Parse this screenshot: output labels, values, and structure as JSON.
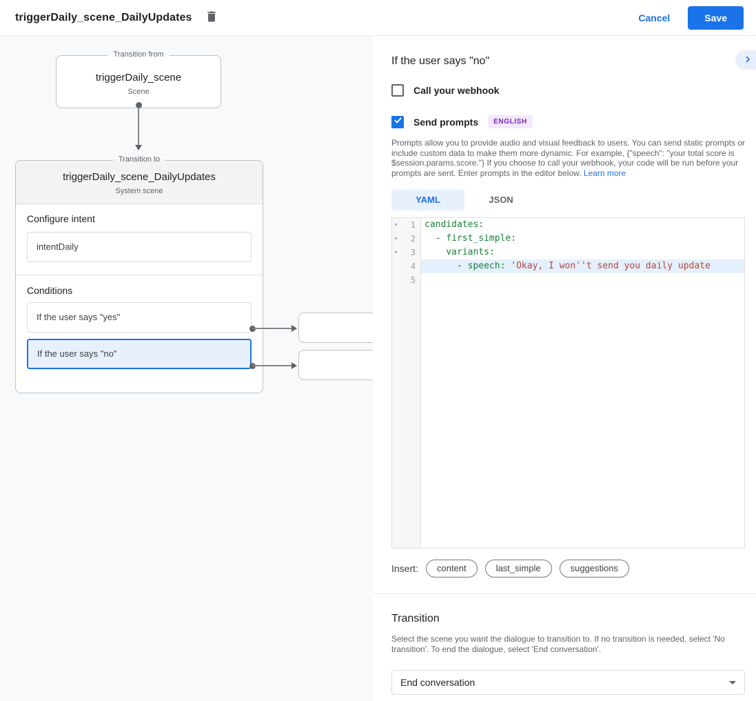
{
  "colors": {
    "accent": "#1a73e8",
    "accent-light": "#e8f0fe",
    "canvas-bg": "#f8f9fa",
    "border": "#dadce0",
    "box-border": "#bdc1c6",
    "text-primary": "#202124",
    "text-secondary": "#5f6368",
    "badge-bg": "#f3e8fd",
    "badge-text": "#7627bb",
    "code-key": "#188038",
    "code-string": "#b9463c",
    "code-plain": "#37474f",
    "selected-line": "#e4f0fc"
  },
  "header": {
    "title": "triggerDaily_scene_DailyUpdates",
    "cancel_label": "Cancel",
    "save_label": "Save"
  },
  "canvas": {
    "transition_from": {
      "legend": "Transition from",
      "name": "triggerDaily_scene",
      "type": "Scene"
    },
    "transition_to": {
      "legend": "Transition to",
      "name": "triggerDaily_scene_DailyUpdates",
      "type": "System scene",
      "configure_intent": {
        "heading": "Configure intent",
        "value": "intentDaily"
      },
      "conditions": {
        "heading": "Conditions",
        "items": [
          {
            "label": "If the user says \"yes\"",
            "selected": false
          },
          {
            "label": "If the user says \"no\"",
            "selected": true
          }
        ]
      }
    }
  },
  "panel": {
    "title": "If the user says \"no\"",
    "webhook_checkbox": {
      "label": "Call your webhook",
      "checked": false
    },
    "prompts_checkbox": {
      "label": "Send prompts",
      "checked": true,
      "badge": "ENGLISH"
    },
    "description": "Prompts allow you to provide audio and visual feedback to users. You can send static prompts or include custom data to make them more dynamic. For example, {\"speech\": \"your total score is $session.params.score.\"} If you choose to call your webhook, your code will be run before your prompts are sent. Enter prompts in the editor below. ",
    "learn_more": "Learn more",
    "tabs": [
      {
        "label": "YAML",
        "active": true
      },
      {
        "label": "JSON",
        "active": false
      }
    ],
    "editor": {
      "lines": [
        {
          "num": "1",
          "tokens": [
            {
              "t": "candidates:"
            }
          ]
        },
        {
          "num": "2",
          "tokens": [
            {
              "t": "  - "
            },
            {
              "t": "first_simple:"
            }
          ]
        },
        {
          "num": "3",
          "tokens": [
            {
              "t": "    "
            },
            {
              "t": "variants:"
            }
          ]
        },
        {
          "num": "4",
          "tokens": [
            {
              "t": "      - "
            },
            {
              "t": "speech: "
            },
            {
              "t": "'Okay, I won''t send you daily update"
            }
          ]
        },
        {
          "num": "5",
          "tokens": []
        }
      ]
    },
    "insert": {
      "label": "Insert:",
      "chips": [
        "content",
        "last_simple",
        "suggestions"
      ]
    },
    "transition": {
      "heading": "Transition",
      "description": "Select the scene you want the dialogue to transition to. If no transition is needed, select 'No transition'. To end the dialogue, select 'End conversation'.",
      "select_value": "End conversation"
    }
  }
}
